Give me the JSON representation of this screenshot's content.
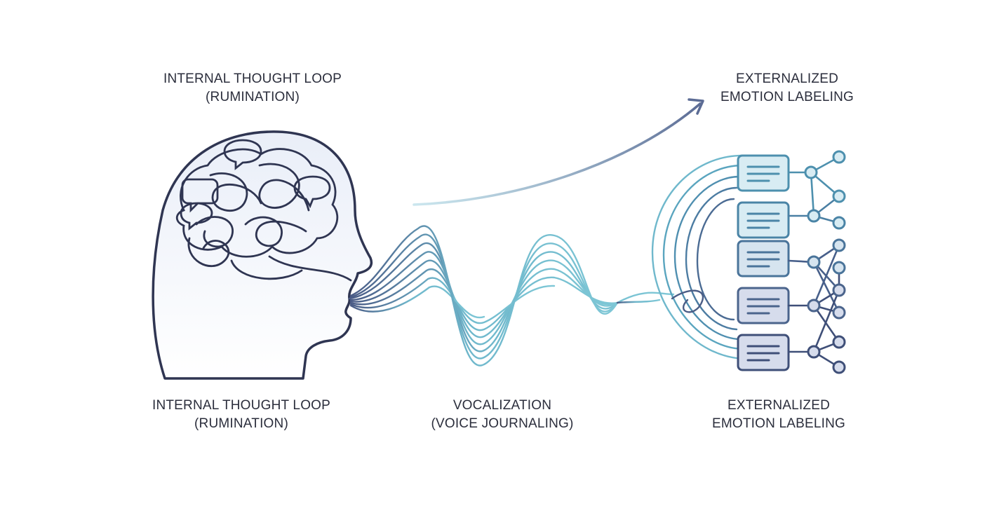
{
  "labels": {
    "top_left": {
      "line1": "INTERNAL THOUGHT LOOP",
      "line2": "(RUMINATION)"
    },
    "top_right": {
      "line1": "EXTERNALIZED",
      "line2": "EMOTION LABELING"
    },
    "bottom_left": {
      "line1": "INTERNAL THOUGHT LOOP",
      "line2": "(RUMINATION)"
    },
    "bottom_middle": {
      "line1": "VOCALIZATION",
      "line2": "(VOICE JOURNALING)"
    },
    "bottom_right": {
      "line1": "EXTERNALIZED",
      "line2": "EMOTION LABELING"
    }
  },
  "colors": {
    "ink_dark": "#2f3552",
    "ink_mid": "#4b5d86",
    "wave_teal": "#6fb8cc",
    "card_fill": "#d8ecf3",
    "card_fill_dark": "#d6dcec",
    "head_fill": "#eef1f8"
  },
  "icons": {
    "head": "human-head-profile-icon",
    "brain": "tangled-brain-icon",
    "arrow": "curved-up-arrow-icon",
    "cards": "text-card-icon",
    "network": "node-network-icon"
  }
}
